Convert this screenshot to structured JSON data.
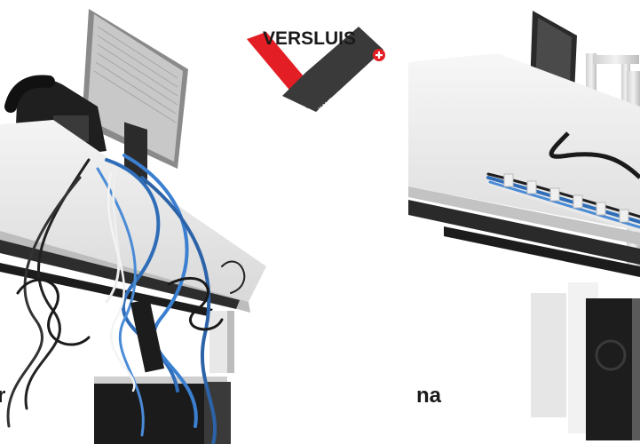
{
  "logo": {
    "brand": "VERSLUIS",
    "tagline": "KANTOORINRICHTERS",
    "accent_color": "#e31e24",
    "dark_color": "#3a3a3a"
  },
  "labels": {
    "before": "r",
    "after": "na"
  }
}
